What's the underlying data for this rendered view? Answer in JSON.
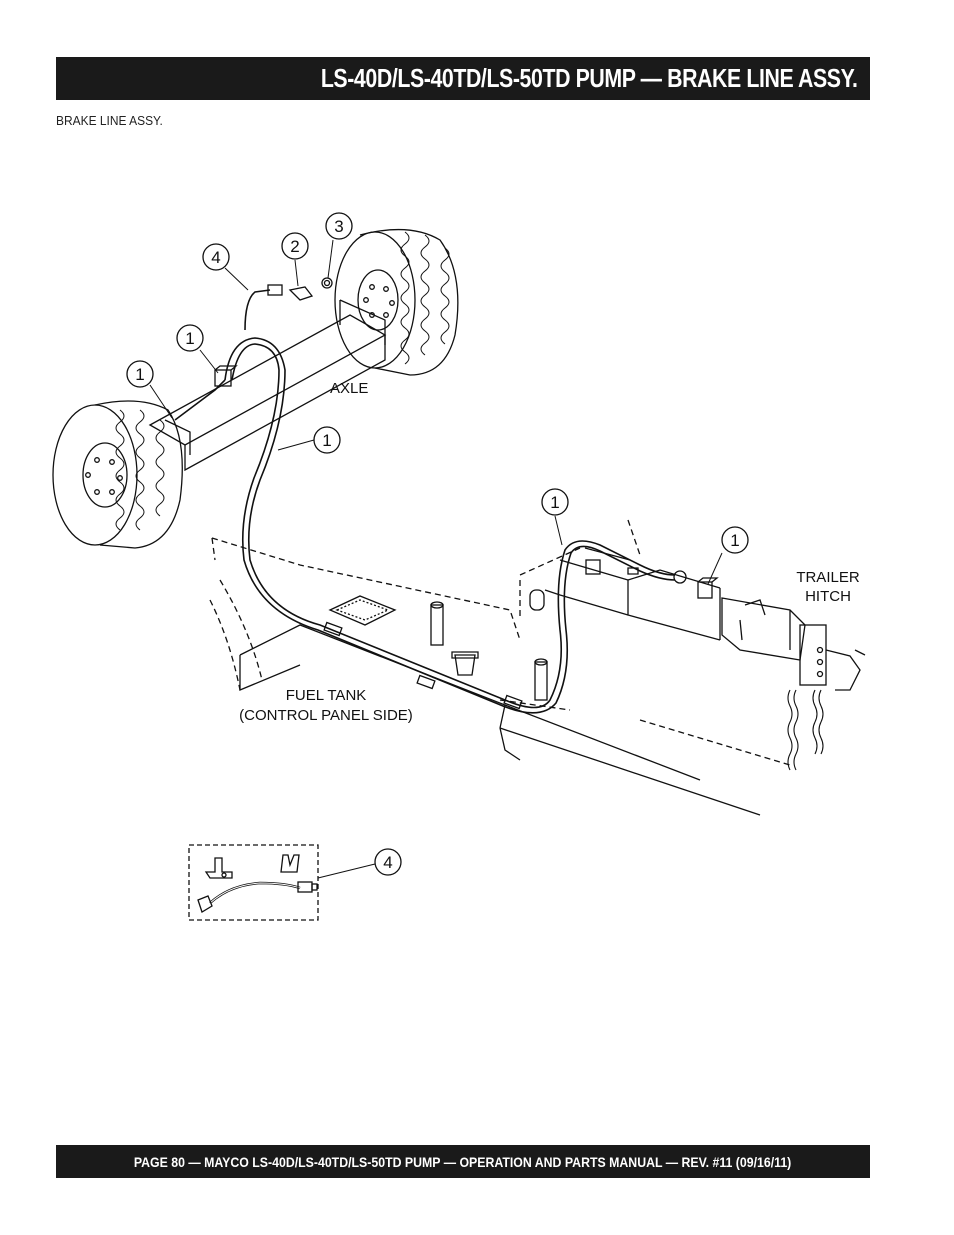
{
  "header": {
    "title": "LS-40D/LS-40TD/LS-50TD PUMP — BRAKE LINE ASSY."
  },
  "subtitle": "BRAKE LINE ASSY.",
  "diagram": {
    "labels": {
      "axle": "AXLE",
      "trailer_hitch_line1": "TRAILER",
      "trailer_hitch_line2": "HITCH",
      "fuel_tank_line1": "FUEL TANK",
      "fuel_tank_line2": "(CONTROL PANEL SIDE)"
    },
    "callouts": {
      "c4_top": "4",
      "c2": "2",
      "c3": "3",
      "c1_clip": "1",
      "c1_left": "1",
      "c1_mid": "1",
      "c1_right": "1",
      "c1_hitch": "1",
      "c4_detail": "4"
    }
  },
  "footer": {
    "text": "PAGE 80 — MAYCO LS-40D/LS-40TD/LS-50TD PUMP — OPERATION AND PARTS MANUAL — REV. #11  (09/16/11)"
  }
}
